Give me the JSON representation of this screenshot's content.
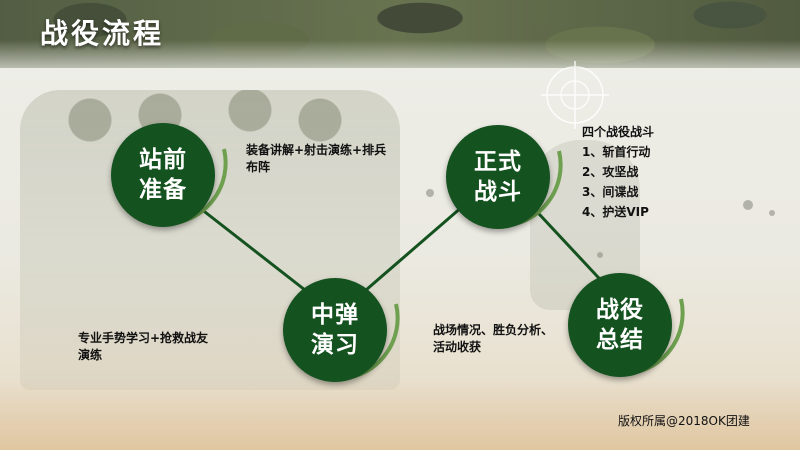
{
  "title": "战役流程",
  "nodes": [
    {
      "line1": "站前",
      "line2": "准备"
    },
    {
      "line1": "中弹",
      "line2": "演习"
    },
    {
      "line1": "正式",
      "line2": "战斗"
    },
    {
      "line1": "战役",
      "line2": "总结"
    }
  ],
  "notes": {
    "prep": {
      "line1": "装备讲解+射击演练+排兵",
      "line2": "布阵"
    },
    "drill": {
      "line1": "专业手势学习+抢救战友",
      "line2": "演练"
    },
    "battle": {
      "heading": "四个战役战斗",
      "items": [
        "1、斩首行动",
        "2、攻坚战",
        "3、间谍战",
        "4、护送VIP"
      ]
    },
    "summary": {
      "line1": "战场情况、胜负分析、",
      "line2": "活动收获"
    }
  },
  "copyright": "版权所属@2018OK团建",
  "colors": {
    "node": "#14521f",
    "connector": "#14521f",
    "arc": "#6ea050"
  }
}
